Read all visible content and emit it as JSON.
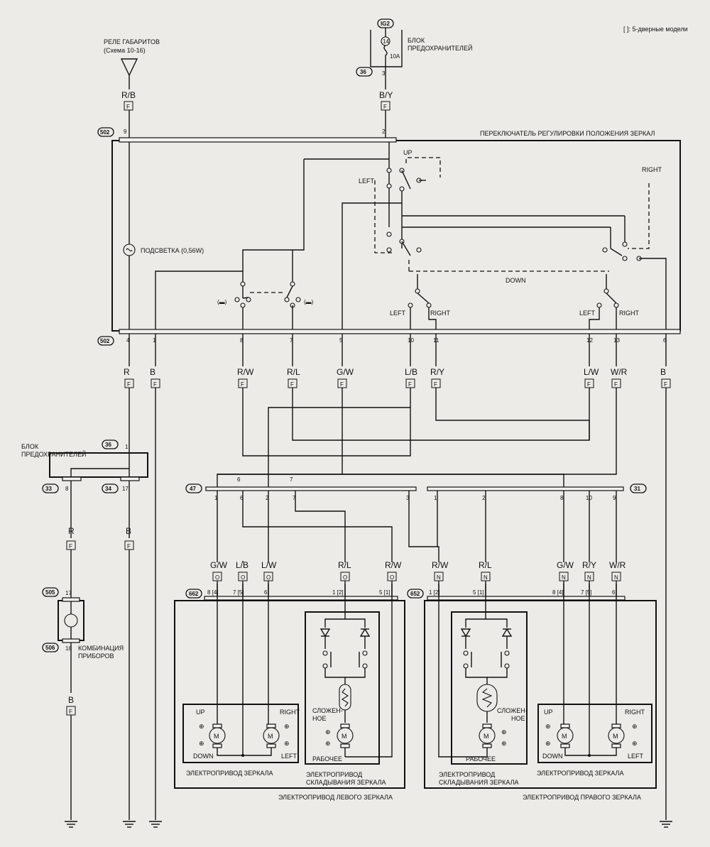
{
  "note": "[ ]: 5-дверные модели",
  "relay": {
    "title": "РЕЛЕ ГАБАРИТОВ",
    "sub": "(Схема 10-16)"
  },
  "fuse_top": {
    "conn": "IG2",
    "num": "14",
    "amp": "10A",
    "label1": "БЛОК",
    "label2": "ПРЕДОХРАНИТЕЛЕЙ",
    "conn_no": "36",
    "pin": "3"
  },
  "wires_top": {
    "rb": "R/B",
    "by": "B/Y",
    "f": "F"
  },
  "switch": {
    "title": "ПЕРЕКЛЮЧАТЕЛЬ РЕГУЛИРОВКИ ПОЛОЖЕНИЯ ЗЕРКАЛ",
    "conn": "502",
    "pin_top_left": "9",
    "pin_top_right": "2",
    "lamp": "ПОДСВЕТКА (0,56W)",
    "up": "UP",
    "down": "DOWN",
    "left": "LEFT",
    "right": "RIGHT",
    "fold_sym_l": "(▬)",
    "fold_sym_r": "(▬)",
    "bottom_pins": [
      "4",
      "1",
      "8",
      "7",
      "5",
      "10",
      "11",
      "12",
      "13",
      "6"
    ]
  },
  "wires_mid": [
    "R",
    "B",
    "R/W",
    "R/L",
    "G/W",
    "L/B",
    "R/Y",
    "L/W",
    "W/R",
    "B"
  ],
  "fuse_left": {
    "label1": "БЛОК",
    "label2": "ПРЕДОХРАНИТЕЛЕЙ",
    "conn_top": "36",
    "pin_top": "1",
    "conn_l": "33",
    "pin_l": "8",
    "conn_r": "34",
    "pin_r": "17"
  },
  "wires_left": {
    "r": "R",
    "b": "B",
    "b2": "B",
    "f": "F"
  },
  "cluster": {
    "conn_top": "505",
    "pin_top": "17",
    "conn_bot": "506",
    "pin_bot": "18",
    "label1": "КОМБИНАЦИЯ",
    "label2": "ПРИБОРОВ"
  },
  "junction": {
    "left_conn": "47",
    "right_conn": "31",
    "left_top": [
      "6",
      "7"
    ],
    "left_pins": [
      "1",
      "6",
      "2",
      "7",
      "3"
    ],
    "right_pins": [
      "1",
      "2",
      "8",
      "10",
      "9"
    ]
  },
  "wires_bottom": {
    "left": [
      "G/W",
      "L/B",
      "L/W",
      "R/L",
      "R/W"
    ],
    "right": [
      "R/W",
      "R/L",
      "G/W",
      "R/Y",
      "W/R"
    ],
    "lo": "O",
    "ro": "N"
  },
  "left_mirror": {
    "conn": "662",
    "pins": [
      "8 [4]",
      "7 [5]",
      "6",
      "1 [2]",
      "5 [1]"
    ],
    "motor_label": "ЭЛЕКТРОПРИВОД ЗЕРКАЛА",
    "fold_label1": "ЭЛЕКТРОПРИВОД",
    "fold_label2": "СКЛАДЫВАНИЯ ЗЕРКАЛА",
    "folded1": "СЛОЖЕН-",
    "folded2": "НОЕ",
    "working": "РАБОЧЕЕ",
    "title": "ЭЛЕКТРОПРИВОД ЛЕВОГО ЗЕРКАЛА",
    "up": "UP",
    "down": "DOWN",
    "right": "RIGHT",
    "left": "LEFT",
    "m": "M"
  },
  "right_mirror": {
    "conn": "652",
    "pins": [
      "1 [2]",
      "5 [1]",
      "8 [4]",
      "7 [5]",
      "6"
    ],
    "motor_label": "ЭЛЕКТРОПРИВОД ЗЕРКАЛА",
    "fold_label1": "ЭЛЕКТРОПРИВОД",
    "fold_label2": "СКЛАДЫВАНИЯ ЗЕРКАЛА",
    "folded1": "СЛОЖЕН-",
    "folded2": "НОЕ",
    "working": "РАБОЧЕЕ",
    "title": "ЭЛЕКТРОПРИВОД ПРАВОГО ЗЕРКАЛА",
    "up": "UP",
    "down": "DOWN",
    "right": "RIGHT",
    "left": "LEFT",
    "m": "M"
  }
}
